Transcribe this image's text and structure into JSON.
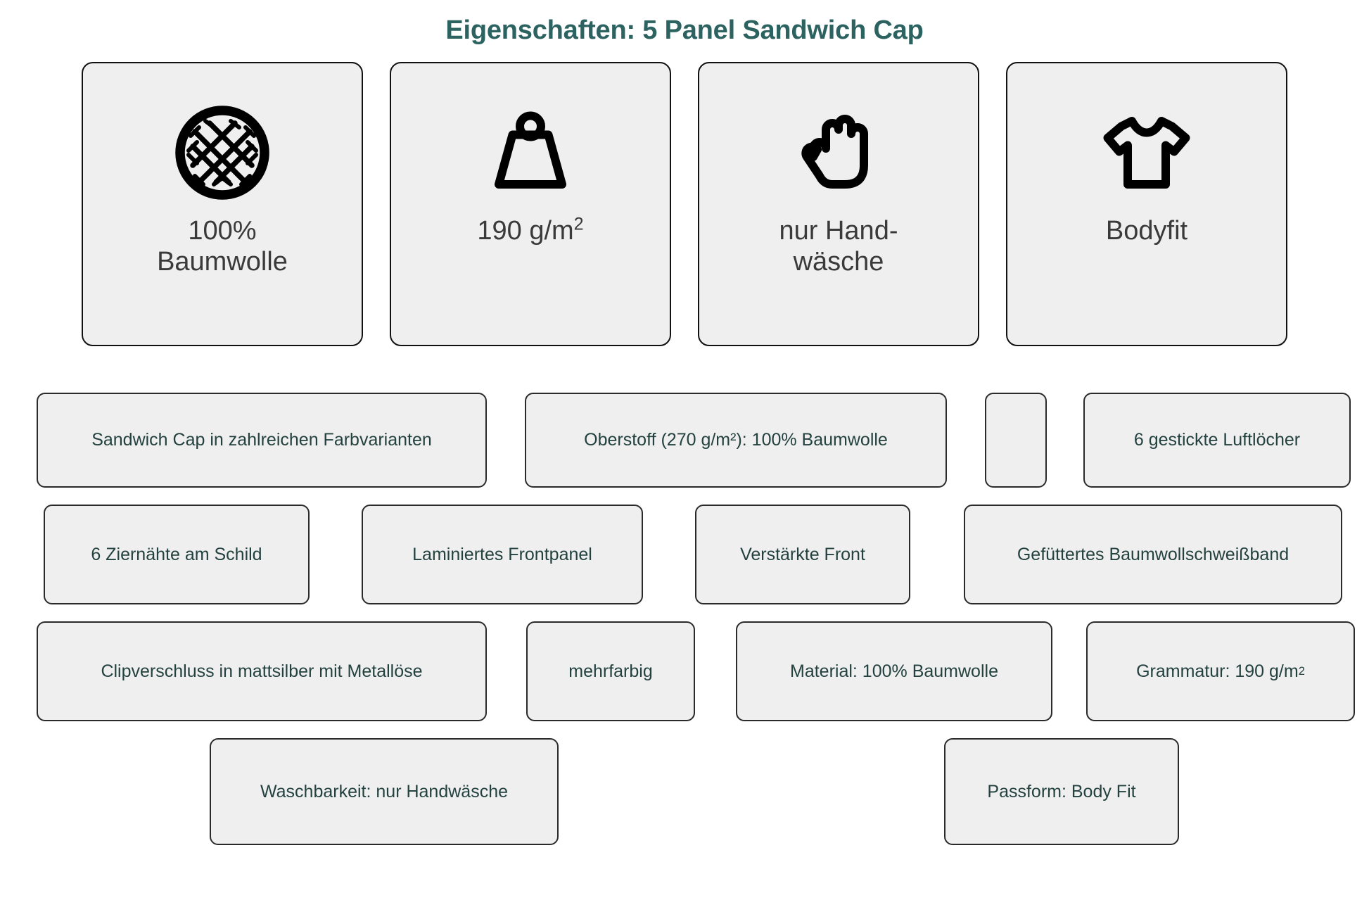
{
  "page": {
    "title": "Eigenschaften: 5 Panel Sandwich Cap",
    "title_color": "#2c6260",
    "background_color": "#ffffff",
    "pill_background": "#efefef",
    "pill_border": "#2a2a2a",
    "pill_text_color": "#23413f"
  },
  "icon_cards": [
    {
      "icon": "fabric-weave-icon",
      "caption_line1": "100%",
      "caption_line2": "Baumwolle"
    },
    {
      "icon": "weight-icon",
      "caption_line1": "190 g/m",
      "caption_sup": "2",
      "caption_line2": ""
    },
    {
      "icon": "hand-icon",
      "caption_line1": "nur Hand-",
      "caption_line2": "wäsche"
    },
    {
      "icon": "tshirt-icon",
      "caption_line1": "Bodyfit",
      "caption_line2": ""
    }
  ],
  "feature_rows": [
    {
      "pills": [
        {
          "label": "Sandwich Cap in zahlreichen Farbvarianten"
        },
        {
          "label": "Oberstoff (270 g/m²): 100% Baumwolle"
        },
        {
          "label": ""
        },
        {
          "label": "6 gestickte Luftlöcher"
        }
      ]
    },
    {
      "pills": [
        {
          "label": "6 Ziernähte am Schild"
        },
        {
          "label": "Laminiertes Frontpanel"
        },
        {
          "label": "Verstärkte Front"
        },
        {
          "label": "Gefüttertes Baumwollschweißband"
        }
      ]
    },
    {
      "pills": [
        {
          "label": "Clipverschluss in mattsilber mit Metallöse"
        },
        {
          "label": "mehrfarbig"
        },
        {
          "label": "Material: 100% Baumwolle"
        },
        {
          "label": "Grammatur: 190 g/m",
          "sup": "2"
        }
      ]
    },
    {
      "pills": [
        {
          "label": "Waschbarkeit: nur Handwäsche"
        },
        {
          "label": "Passform: Body Fit"
        }
      ]
    }
  ]
}
